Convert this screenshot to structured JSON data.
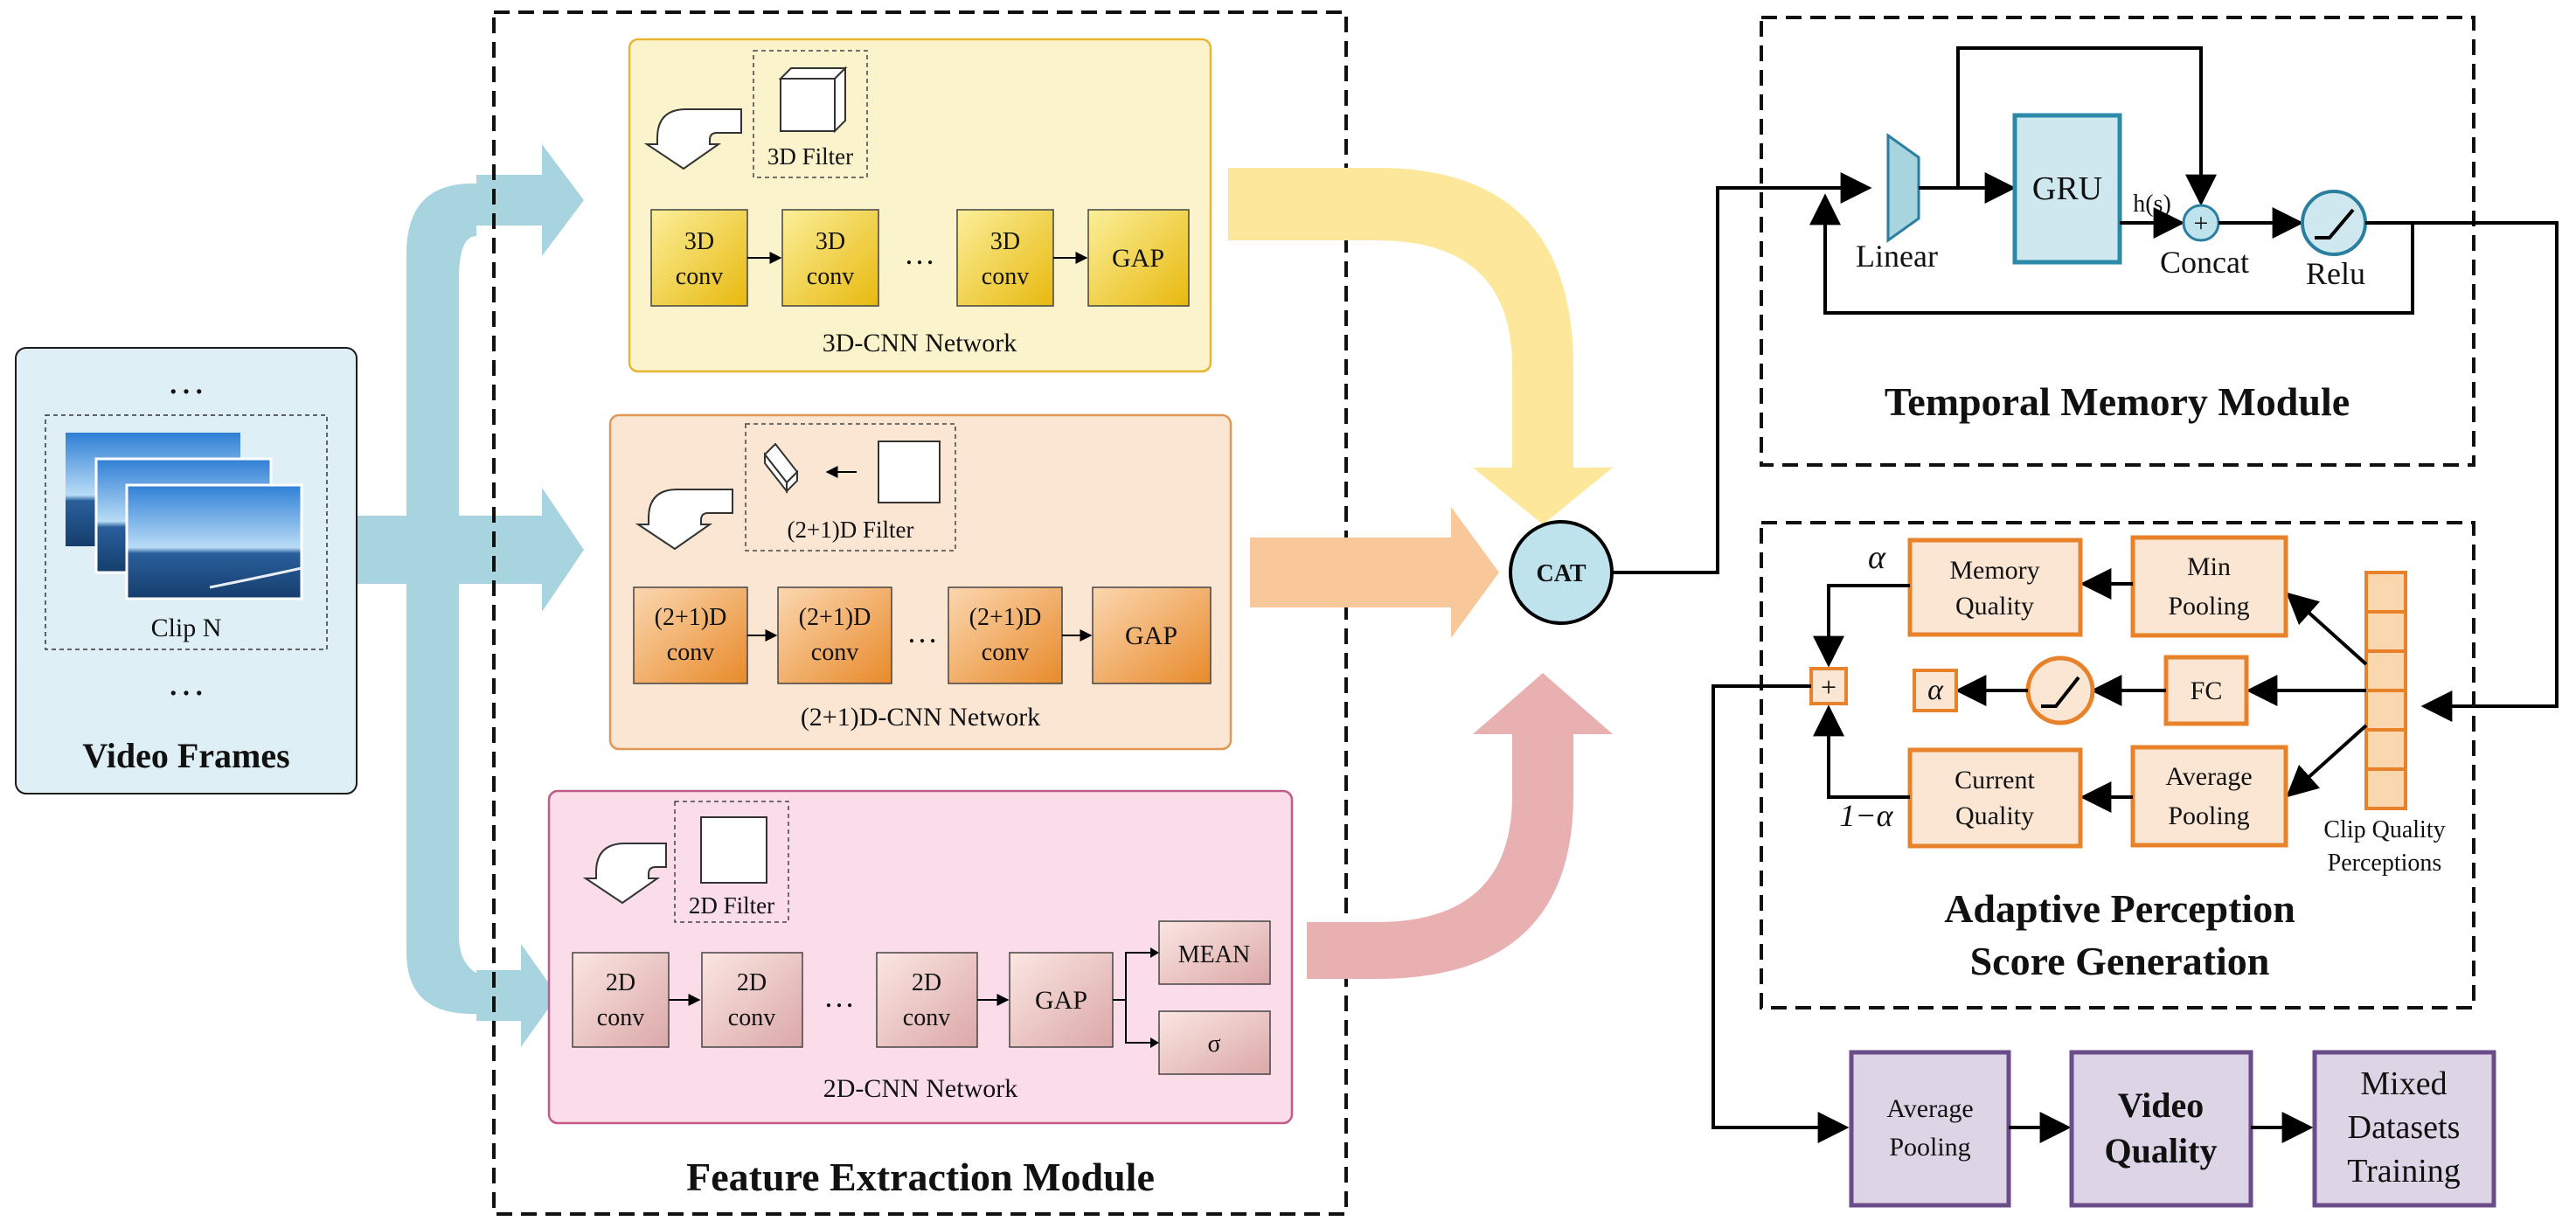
{
  "video_frames": {
    "top_dots": "…",
    "clip_label": "Clip N",
    "bottom_dots": "…",
    "title": "Video Frames"
  },
  "feature_extraction": {
    "title": "Feature Extraction Module",
    "cnn3d": {
      "filter_label": "3D Filter",
      "block1_line1": "3D",
      "block1_line2": "conv",
      "block2_line1": "3D",
      "block2_line2": "conv",
      "dots": "…",
      "block3_line1": "3D",
      "block3_line2": "conv",
      "gap": "GAP",
      "network_label": "3D-CNN Network"
    },
    "cnn21d": {
      "filter_label": "(2+1)D Filter",
      "block1_line1": "(2+1)D",
      "block1_line2": "conv",
      "block2_line1": "(2+1)D",
      "block2_line2": "conv",
      "dots": "…",
      "block3_line1": "(2+1)D",
      "block3_line2": "conv",
      "gap": "GAP",
      "network_label": "(2+1)D-CNN Network"
    },
    "cnn2d": {
      "filter_label": "2D Filter",
      "block1_line1": "2D",
      "block1_line2": "conv",
      "block2_line1": "2D",
      "block2_line2": "conv",
      "dots": "…",
      "block3_line1": "2D",
      "block3_line2": "conv",
      "gap": "GAP",
      "mean": "MEAN",
      "sigma": "σ",
      "network_label": "2D-CNN Network"
    }
  },
  "cat_label": "CAT",
  "temporal_memory": {
    "title": "Temporal Memory Module",
    "linear": "Linear",
    "gru": "GRU",
    "hs": "h(s)",
    "plus": "+",
    "concat": "Concat",
    "relu": "Relu"
  },
  "adaptive": {
    "title_line1": "Adaptive Perception",
    "title_line2": "Score Generation",
    "alpha_top": "α",
    "memory_quality_line1": "Memory",
    "memory_quality_line2": "Quality",
    "min_pooling_line1": "Min",
    "min_pooling_line2": "Pooling",
    "plus": "+",
    "alpha_box": "α",
    "fc": "FC",
    "current_quality_line1": "Current",
    "current_quality_line2": "Quality",
    "average_pooling_line1": "Average",
    "average_pooling_line2": "Pooling",
    "one_minus_alpha": "1−α",
    "clip_quality_line1": "Clip Quality",
    "clip_quality_line2": "Perceptions"
  },
  "output": {
    "average_pooling_line1": "Average",
    "average_pooling_line2": "Pooling",
    "video_quality_line1": "Video",
    "video_quality_line2": "Quality",
    "mixed_line1": "Mixed",
    "mixed_line2": "Datasets",
    "mixed_line3": "Training"
  },
  "colors": {
    "blue_arrow": "#a8d4e0",
    "cnn3d_fill": "#fbf3cc",
    "cnn21d_fill": "#fbe6d4",
    "cnn2d_fill": "#fadde8",
    "gru_fill": "#cfe8f0",
    "orange_stroke": "#e8822a",
    "purple_fill": "#ddd5e6",
    "purple_stroke": "#6a4c8a"
  }
}
